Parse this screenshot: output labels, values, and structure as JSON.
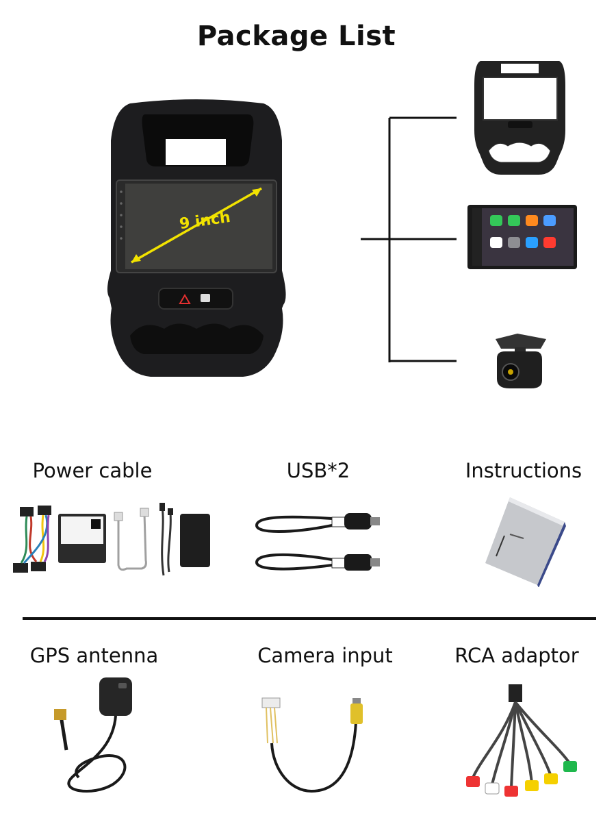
{
  "title": "Package List",
  "head_unit": {
    "screen_size_label": "9 inch",
    "accent_color": "#f2e300"
  },
  "items": [
    {
      "label": "Power cable",
      "icon": "power-cable-harness-icon"
    },
    {
      "label": "USB*2",
      "icon": "usb-cable-icon"
    },
    {
      "label": "Instructions",
      "icon": "instructions-booklet-icon"
    },
    {
      "label": "GPS antenna",
      "icon": "gps-antenna-icon"
    },
    {
      "label": "Camera input",
      "icon": "camera-input-cable-icon"
    },
    {
      "label": "RCA adaptor",
      "icon": "rca-adaptor-icon"
    }
  ],
  "right_column": [
    {
      "icon": "dash-frame-icon"
    },
    {
      "icon": "carplay-screen-icon"
    },
    {
      "icon": "backup-camera-icon"
    }
  ]
}
